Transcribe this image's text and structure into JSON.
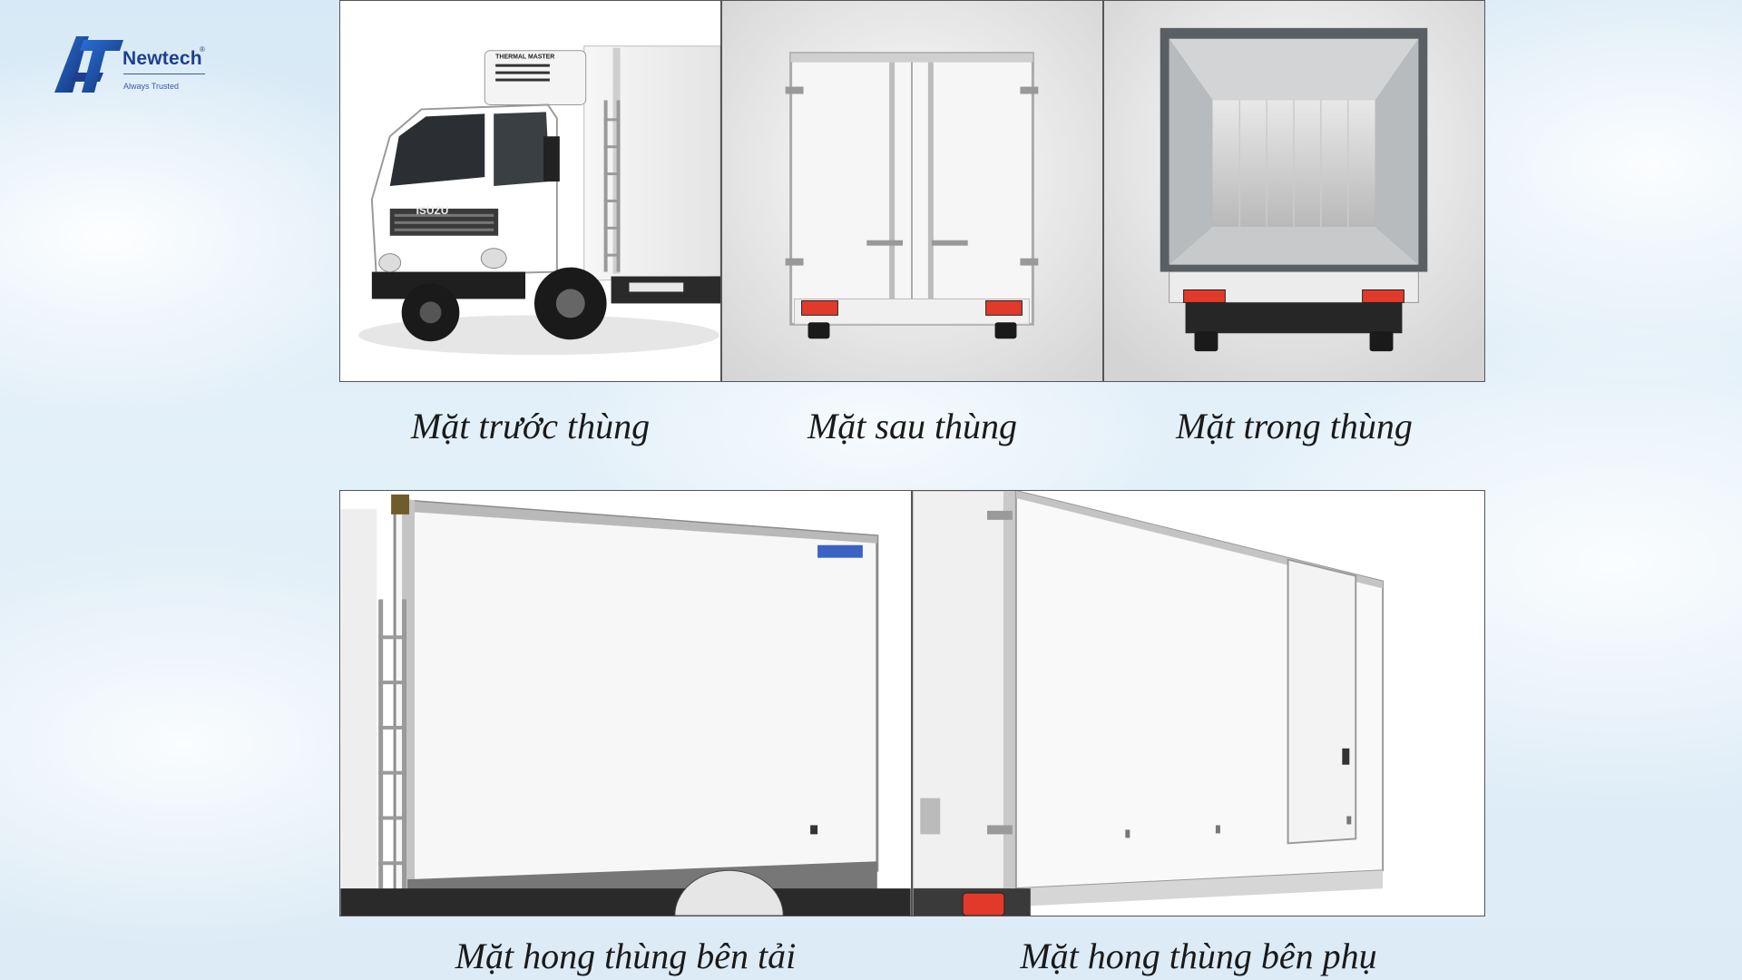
{
  "brand": {
    "logo_mark": "AT",
    "name": "Newtech",
    "registered": "®",
    "tagline": "Always Trusted"
  },
  "panels": [
    {
      "caption": "Mặt trước thùng",
      "image": "truck-front-view",
      "truck_badge": "ISUZU",
      "unit_label": "THERMAL MASTER"
    },
    {
      "caption": "Mặt sau thùng",
      "image": "box-rear-doors"
    },
    {
      "caption": "Mặt trong thùng",
      "image": "box-interior"
    },
    {
      "caption": "Mặt hong thùng bên tải",
      "image": "box-driver-side"
    },
    {
      "caption": "Mặt hong thùng bên phụ",
      "image": "box-passenger-side"
    }
  ],
  "colors": {
    "brand_blue": "#1d3f8f",
    "tail_light": "#e23a2a"
  }
}
